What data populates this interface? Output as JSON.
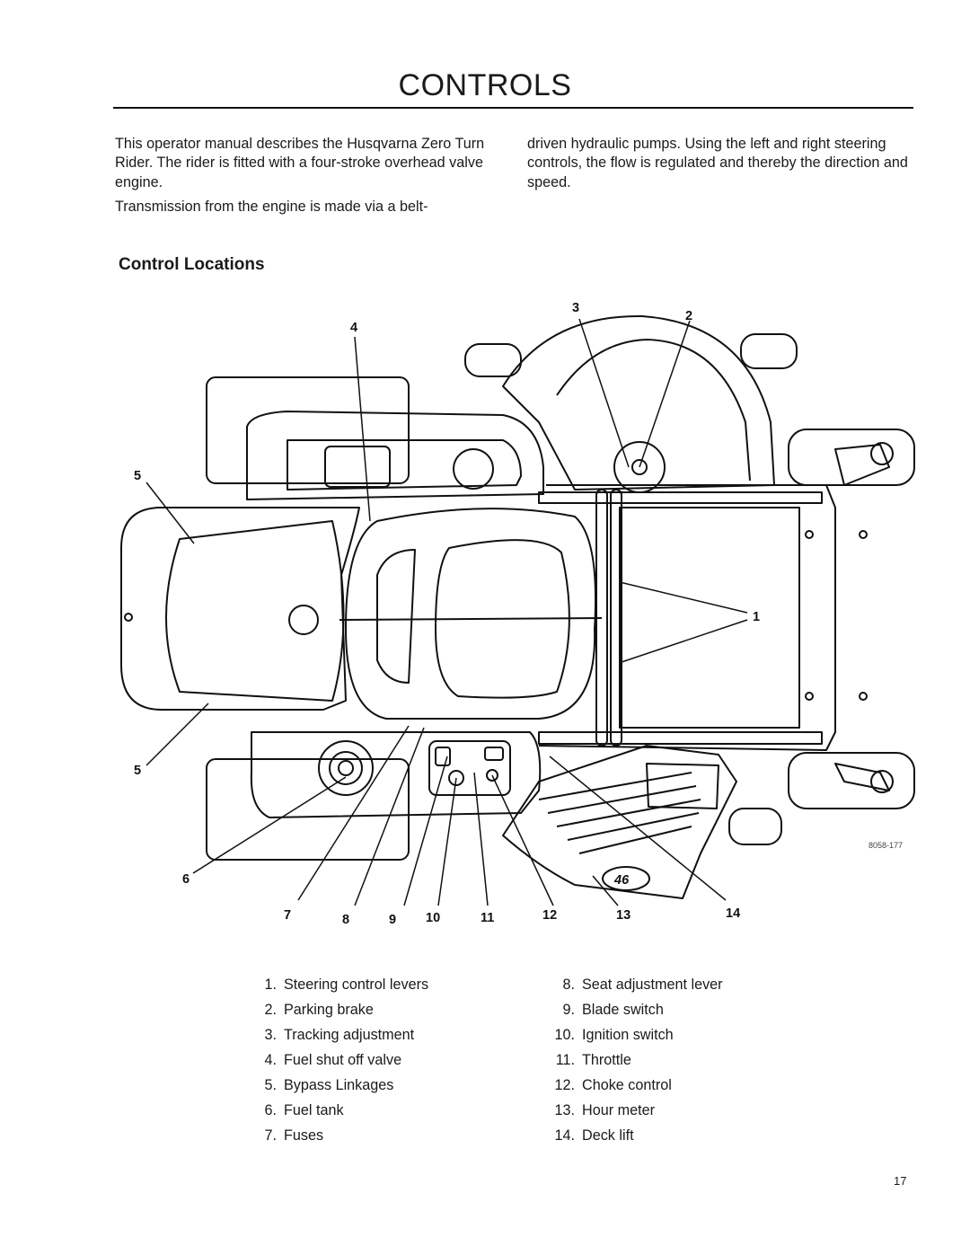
{
  "page": {
    "title": "CONTROLS",
    "page_number": "17"
  },
  "intro": {
    "left_paragraphs": [
      "This operator manual describes the Husqvarna Zero Turn Rider. The rider is fitted with a four-stroke overhead valve engine.",
      "Transmission from the engine is made via a belt-"
    ],
    "right_paragraphs": [
      "driven hydraulic pumps. Using the left and right steering controls, the flow is regulated and thereby the direction and speed."
    ]
  },
  "section": {
    "heading": "Control Locations"
  },
  "diagram": {
    "figure_ref": "8058-177",
    "deck_badge": "46",
    "callouts": [
      "1",
      "2",
      "3",
      "4",
      "5",
      "5",
      "6",
      "7",
      "8",
      "9",
      "10",
      "11",
      "12",
      "13",
      "14"
    ]
  },
  "legend": {
    "left": [
      {
        "num": "1.",
        "label": "Steering control levers"
      },
      {
        "num": "2.",
        "label": "Parking brake"
      },
      {
        "num": "3.",
        "label": "Tracking adjustment"
      },
      {
        "num": "4.",
        "label": "Fuel shut off valve"
      },
      {
        "num": "5.",
        "label": "Bypass Linkages"
      },
      {
        "num": "6.",
        "label": "Fuel tank"
      },
      {
        "num": "7.",
        "label": "Fuses"
      }
    ],
    "right": [
      {
        "num": "8.",
        "label": "Seat adjustment lever"
      },
      {
        "num": "9.",
        "label": "Blade switch"
      },
      {
        "num": "10.",
        "label": "Ignition switch"
      },
      {
        "num": "11.",
        "label": "Throttle"
      },
      {
        "num": "12.",
        "label": "Choke control"
      },
      {
        "num": "13.",
        "label": "Hour meter"
      },
      {
        "num": "14.",
        "label": "Deck lift"
      }
    ]
  }
}
